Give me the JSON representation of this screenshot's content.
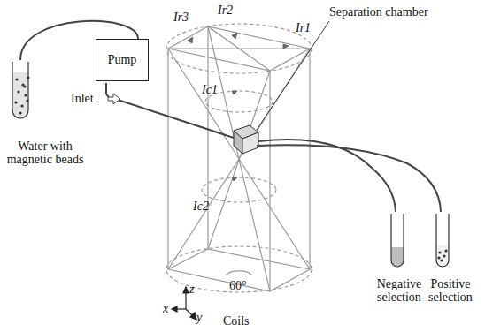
{
  "diagram": {
    "nodes": [
      {
        "text": [
          "Water with magnetic beads"
        ]
      },
      {
        "text": [
          "Pump"
        ]
      },
      {
        "text": [
          "Negative selection"
        ]
      },
      {
        "text": [
          "Positive selection"
        ]
      }
    ],
    "edges": [
      {
        "from": 0,
        "to": 1,
        "arrow": "none"
      }
    ],
    "labels": [
      "Separation chamber",
      "Inlet",
      "Ir3",
      "Ir2",
      "Ir1",
      "Ic1",
      "Ic2",
      "60°",
      "Coils",
      "z",
      "x",
      "y"
    ]
  }
}
